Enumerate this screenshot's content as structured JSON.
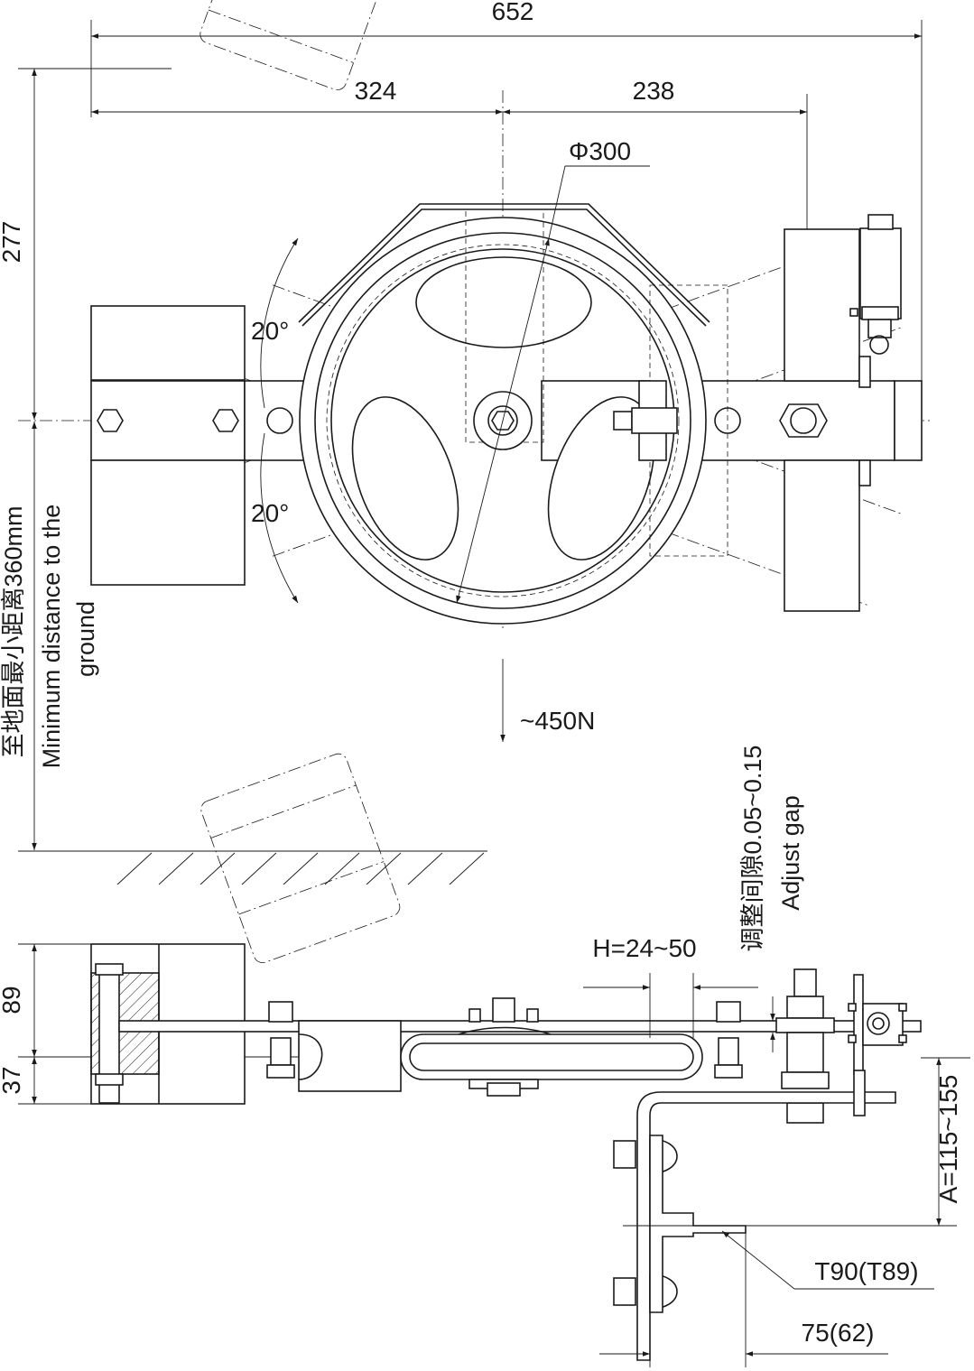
{
  "dimensions": {
    "overall_width": "652",
    "left_to_center": "324",
    "center_to_right": "238",
    "wheel_diameter": "Φ300",
    "height_277": "277",
    "angle_up": "20°",
    "angle_down": "20°",
    "force": "~450N",
    "dim_89": "89",
    "dim_37": "37",
    "h_range": "H=24~50",
    "a_range": "A=115~155",
    "rail_type": "T90(T89)",
    "rail_width": "75(62)"
  },
  "notes": {
    "ground_cn": "至地面最小距离360mm",
    "ground_en_1": "Minimum distance to the",
    "ground_en_2": "ground",
    "gap_cn": "调整间隙0.05~0.15",
    "gap_en": "Adjust gap"
  }
}
